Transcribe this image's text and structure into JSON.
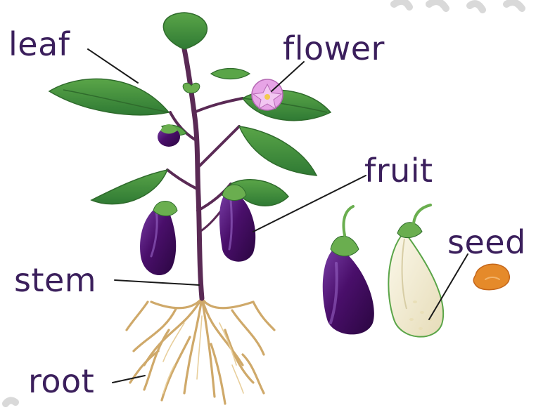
{
  "labels": {
    "leaf": "leaf",
    "flower": "flower",
    "fruit": "fruit",
    "seed": "seed",
    "stem": "stem",
    "root": "root"
  },
  "colors": {
    "label_text": "#3b1f5c",
    "leaf_green": "#3f8a3a",
    "leaf_light": "#6aae4f",
    "stem_purple": "#5a2a55",
    "fruit_purple": "#4a0f6b",
    "fruit_highlight": "#8a4fb8",
    "flower_pink": "#e7a4e6",
    "root_tan": "#d6b67c",
    "seed_orange": "#e58a2a",
    "cut_fruit_cream": "#f1ecd6",
    "leader_line": "#1a1a1a"
  }
}
